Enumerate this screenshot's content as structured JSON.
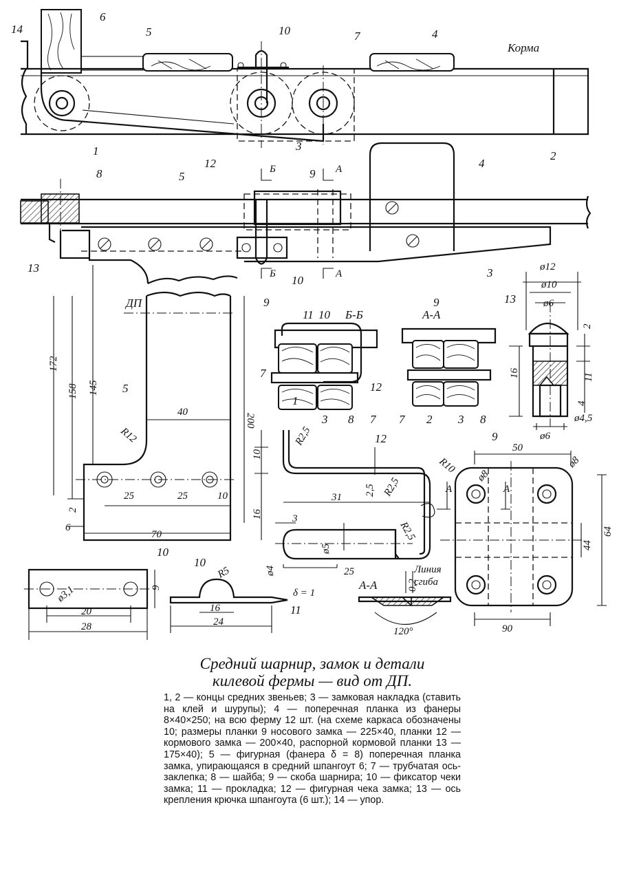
{
  "caption": {
    "title_line1": "Средний шарнир, замок и детали",
    "title_line2": "килевой фермы — вид от ДП.",
    "body": "1, 2 — концы средних звеньев; 3 — замковая накладка (ставить на клей и шурупы); 4 — поперечная планка из фанеры 8×40×250; на всю ферму 12 шт. (на схеме каркаса обозначены 10; размеры планки 9 носового замка — 225×40, планки 12 — кормового замка — 200×40, распорной кормовой планки 13 — 175×40); 5 — фигурная (фанера δ = 8) поперечная планка замка, упирающаяся в средний шпангоут 6; 7 — трубчатая ось-заклепка; 8 — шайба; 9 — скоба шарнира; 10 — фиксатор чеки замка; 11 — прокладка; 12 — фигурная чека замка; 13 — ось крепления крючка шпангоута (6 шт.); 14 — упор."
  },
  "labels": {
    "stern": "Корма",
    "center_plane": "ДП",
    "section_bb": "Б-Б",
    "section_aa": "А-А",
    "section_aa_small": "А-А",
    "bend_line_1": "Линия",
    "bend_line_2": "сгиба",
    "cut_a": "А",
    "cut_b": "Б"
  },
  "part_numbers": {
    "p1": "1",
    "p2": "2",
    "p3": "3",
    "p4": "4",
    "p5": "5",
    "p6": "6",
    "p7": "7",
    "p8": "8",
    "p9": "9",
    "p10": "10",
    "p11": "11",
    "p12": "12",
    "p13": "13",
    "p14": "14"
  },
  "dimensions": {
    "d172": "172",
    "d158": "158",
    "d145": "145",
    "d200": "200",
    "d40": "40",
    "r12": "R12",
    "d25a": "25",
    "d25b": "25",
    "d10a": "10",
    "d70": "70",
    "d6": "6",
    "d2": "2",
    "d10b": "10",
    "d16": "16",
    "r25a": "R2,5",
    "r25b": "R2,5",
    "r25c": "R2,5",
    "d31": "31",
    "d25c": "2,5",
    "d3": "3",
    "phi5": "ø5",
    "phi4": "ø4",
    "d25d": "25",
    "phi12": "ø12",
    "phi10": "ø10",
    "phi6a": "ø6",
    "d2b": "2",
    "d16b": "16",
    "d11": "11",
    "d4": "4",
    "phi45": "ø4,5",
    "phi6b": "ø6",
    "d50": "50",
    "r10": "R10",
    "phi8a": "ø8",
    "phi8b": "ø8",
    "d64": "64",
    "d44": "44",
    "d90": "90",
    "d02": "0,2",
    "a120": "120°",
    "phi31": "ø3,1",
    "d20": "20",
    "d28": "28",
    "d9": "9",
    "r5": "R5",
    "d16c": "16",
    "d24": "24",
    "delta": "δ = 1"
  }
}
